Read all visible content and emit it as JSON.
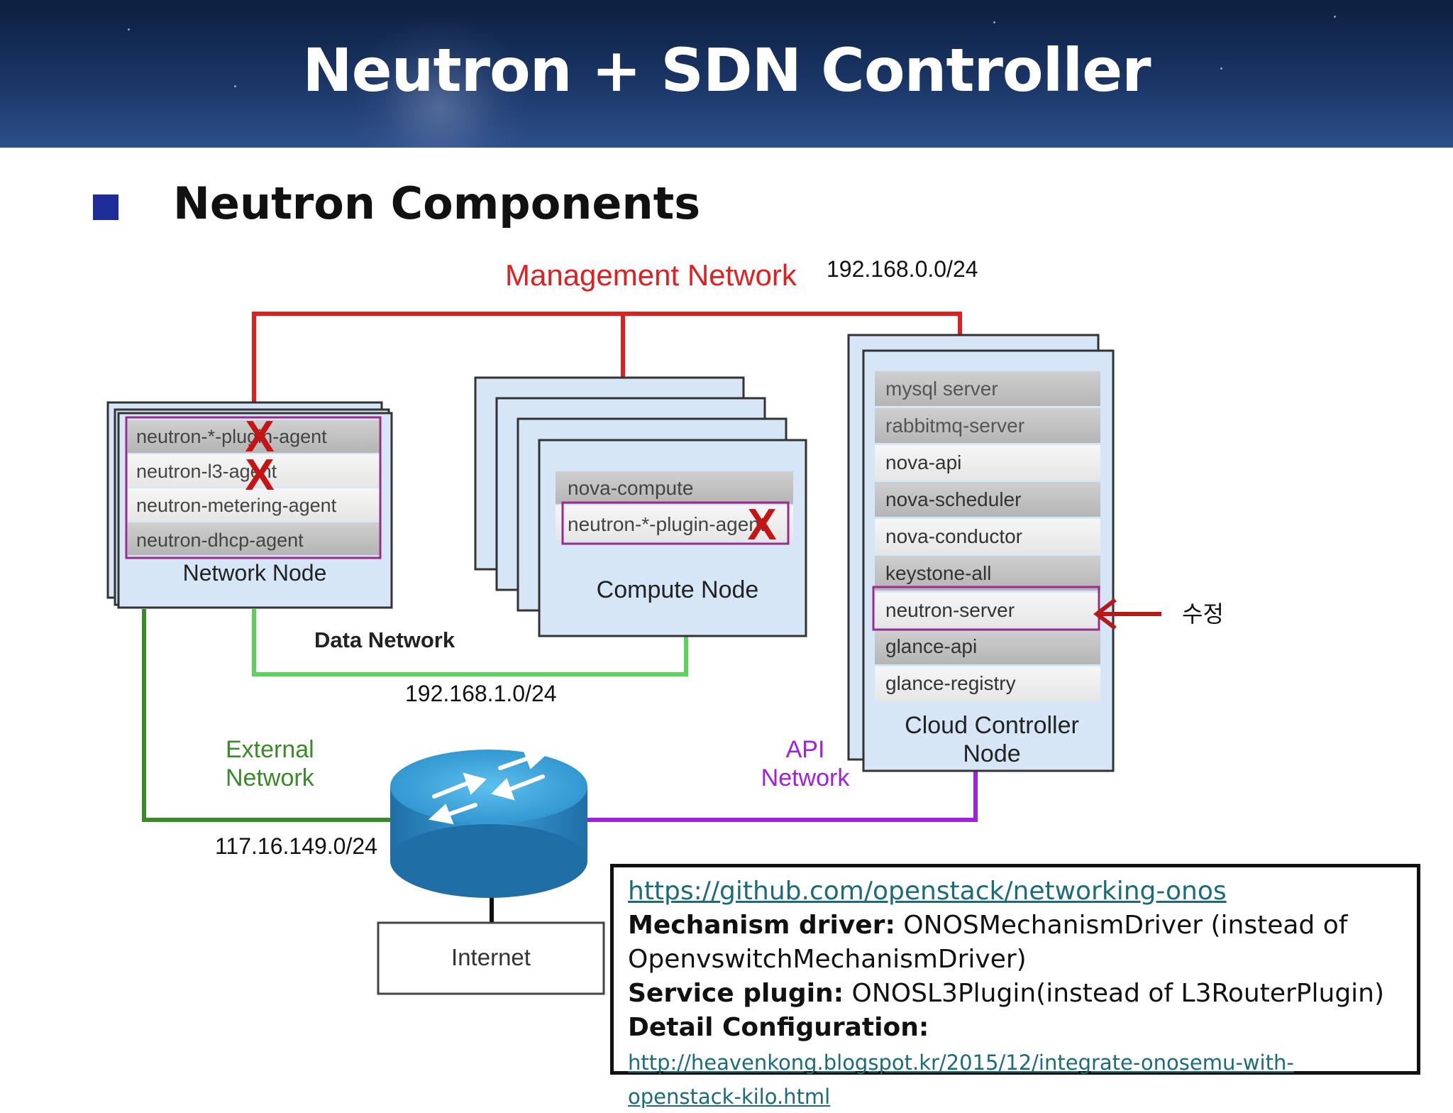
{
  "header": {
    "title": "Neutron + SDN Controller"
  },
  "section": {
    "title": "Neutron Components"
  },
  "diagram": {
    "management_network": {
      "label": "Management Network",
      "subnet": "192.168.0.0/24"
    },
    "data_network": {
      "label": "Data Network",
      "subnet": "192.168.1.0/24"
    },
    "external_network": {
      "label_line1": "External",
      "label_line2": "Network",
      "subnet": "117.16.149.0/24"
    },
    "api_network": {
      "label_line1": "API",
      "label_line2": "Network"
    },
    "network_node": {
      "title": "Network Node",
      "services": [
        "neutron-*-plugin-agent",
        "neutron-l3-agent",
        "neutron-metering-agent",
        "neutron-dhcp-agent"
      ]
    },
    "compute_node": {
      "title": "Compute Node",
      "services": [
        "nova-compute",
        "neutron-*-plugin-agent"
      ]
    },
    "cloud_controller_node": {
      "title_line1": "Cloud Controller",
      "title_line2": "Node",
      "services": [
        "mysql server",
        "rabbitmq-server",
        "nova-api",
        "nova-scheduler",
        "nova-conductor",
        "keystone-all",
        "neutron-server",
        "glance-api",
        "glance-registry"
      ]
    },
    "internet": {
      "label": "Internet"
    },
    "removed_mark": "X",
    "modified_note": "수정",
    "colors": {
      "management": "#e02020",
      "data": "#5bd35b",
      "external": "#3a8a2a",
      "api": "#a020e0",
      "highlight": "#9b2d8a",
      "x_mark": "#c41414",
      "arrow": "#b31b1b",
      "node_fill": "#d6e6f7",
      "router": "#2a8fc8"
    }
  },
  "info": {
    "url": "https://github.com/openstack/networking-onos",
    "mechanism_label": "Mechanism driver:",
    "mechanism_value": "ONOSMechanismDriver (instead of OpenvswitchMechanismDriver)",
    "service_label": "Service plugin:",
    "service_value": "ONOSL3Plugin(instead of L3RouterPlugin)",
    "detail_label": "Detail Configuration:",
    "detail_url": "http://heavenkong.blogspot.kr/2015/12/integrate-onosemu-with-openstack-kilo.html"
  }
}
